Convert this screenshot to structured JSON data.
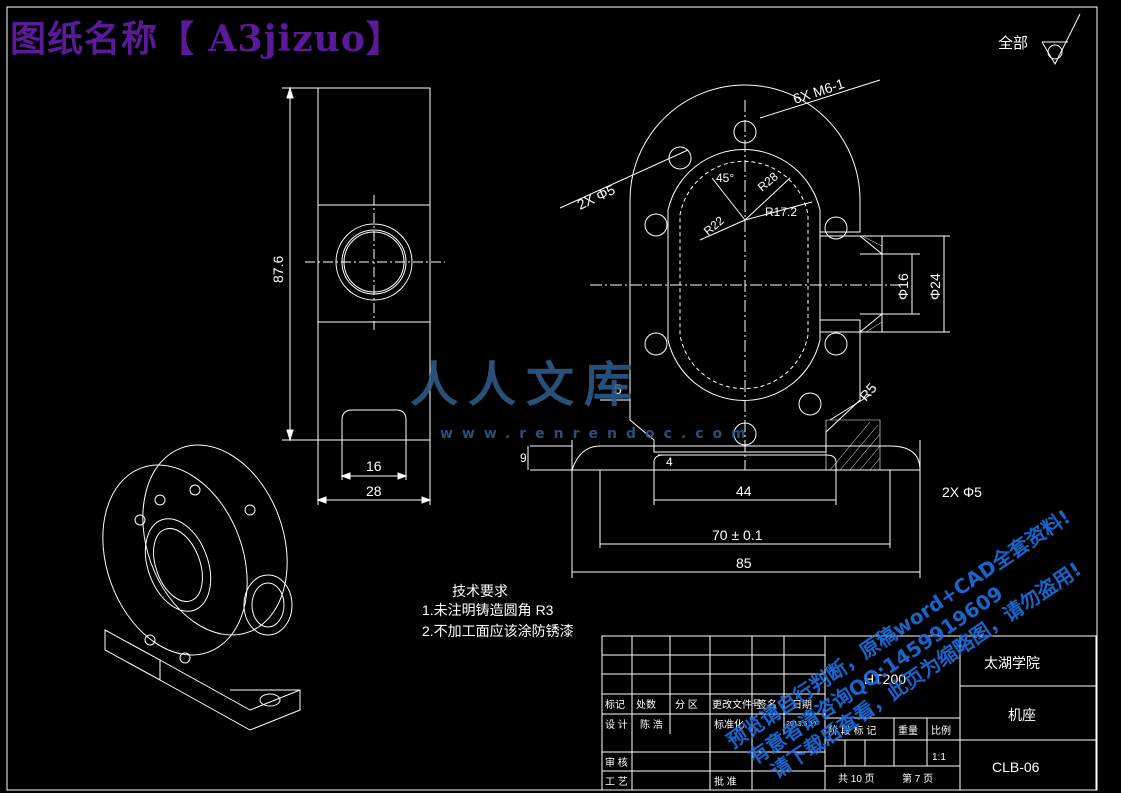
{
  "drawing": {
    "title_banner": "图纸名称【 A3jizuo】",
    "surface_note": "全部",
    "dimensions": {
      "height_87_6": "87.6",
      "w16_side": "16",
      "w28": "28",
      "thread": "6X M6-1",
      "hole_2x5_top": "2X Φ5",
      "angle45": "45°",
      "r28": "R28",
      "r17_2": "R17.2",
      "r22": "R22",
      "d16": "Φ16",
      "d24": "Φ24",
      "d5": "5",
      "r5": "R5",
      "d9": "9",
      "d4": "4",
      "d44": "44",
      "d70": "70 ± 0.1",
      "d85": "85",
      "hole_2x5_bottom": "2X Φ5"
    },
    "tech_requirements": {
      "heading": "技术要求",
      "item1": "1.未注明铸造圆角 R3",
      "item2": "2.不加工面应该涂防锈漆"
    },
    "watermark": {
      "logo": "人人文库",
      "url": "www.renrendoc.com",
      "line1": "预览请自行判断，原稿word+CAD全套资料!",
      "line2": "有意者请咨询QQ:1459919609",
      "line3": "请下载后查看，此页为缩略图，请勿盗用!"
    }
  },
  "title_block": {
    "material": "HT200",
    "school": "太湖学院",
    "part_name": "机座",
    "drawing_no": "CLB-06",
    "labels": {
      "mark": "标记",
      "count": "处数",
      "zone": "分 区",
      "change_doc": "更改文件号",
      "sign": "签名",
      "date": "日期",
      "design": "设 计",
      "designer": "陈 浩",
      "standard": "标准化",
      "std_date": "2013.5.17",
      "stage": "阶 段 标 记",
      "weight": "重量",
      "scale": "比例",
      "scale_val": "1:1",
      "review": "审 核",
      "process": "工 艺",
      "approve": "批 准",
      "total": "共 10 页",
      "page": "第 7 页"
    }
  }
}
